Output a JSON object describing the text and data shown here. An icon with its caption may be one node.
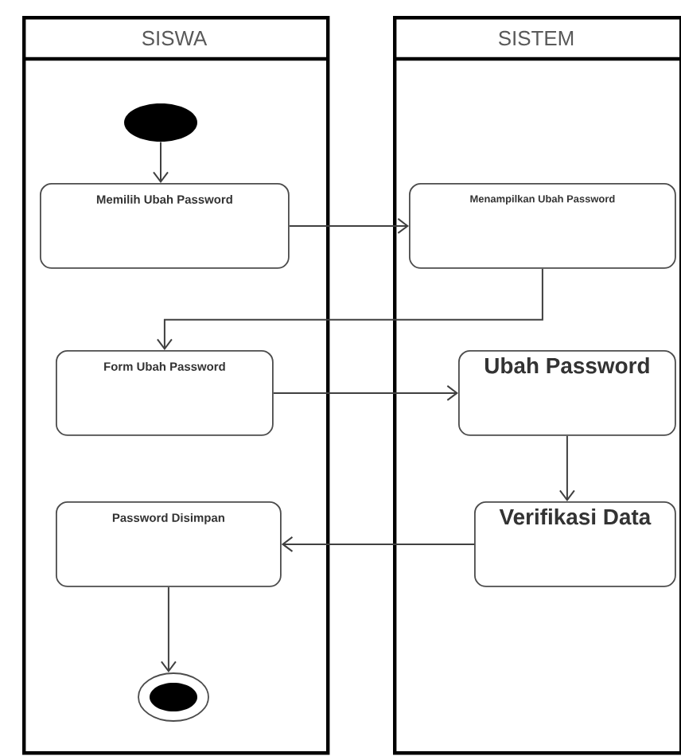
{
  "diagram": {
    "nodes": [
      {
        "text": [
          "SISWA"
        ]
      },
      {
        "text": [
          "SISTEM"
        ]
      },
      {
        "text": [],
        "shape": "circle",
        "in": 0
      },
      {
        "text": [
          "Memilih Ubah Password"
        ],
        "in": 0
      },
      {
        "text": [
          "Menampilkan Ubah Password"
        ],
        "in": 1
      },
      {
        "text": [
          "Form Ubah Password"
        ],
        "in": 0
      },
      {
        "text": [
          "Ubah Password"
        ],
        "in": 1
      },
      {
        "text": [
          "Password Disimpan"
        ],
        "in": 0
      },
      {
        "text": [
          "Verifikasi Data"
        ],
        "in": 1
      },
      {
        "text": [],
        "shape": "circle",
        "in": 0
      }
    ],
    "edges": [
      {
        "from": 2,
        "to": 3,
        "arrow": "to"
      },
      {
        "from": 3,
        "to": 4,
        "arrow": "to"
      },
      {
        "from": 4,
        "to": 5,
        "arrow": "to"
      },
      {
        "from": 5,
        "to": 6,
        "arrow": "to"
      },
      {
        "from": 6,
        "to": 8,
        "arrow": "to"
      },
      {
        "from": 8,
        "to": 7,
        "arrow": "to"
      },
      {
        "from": 7,
        "to": 9,
        "arrow": "to"
      }
    ]
  }
}
